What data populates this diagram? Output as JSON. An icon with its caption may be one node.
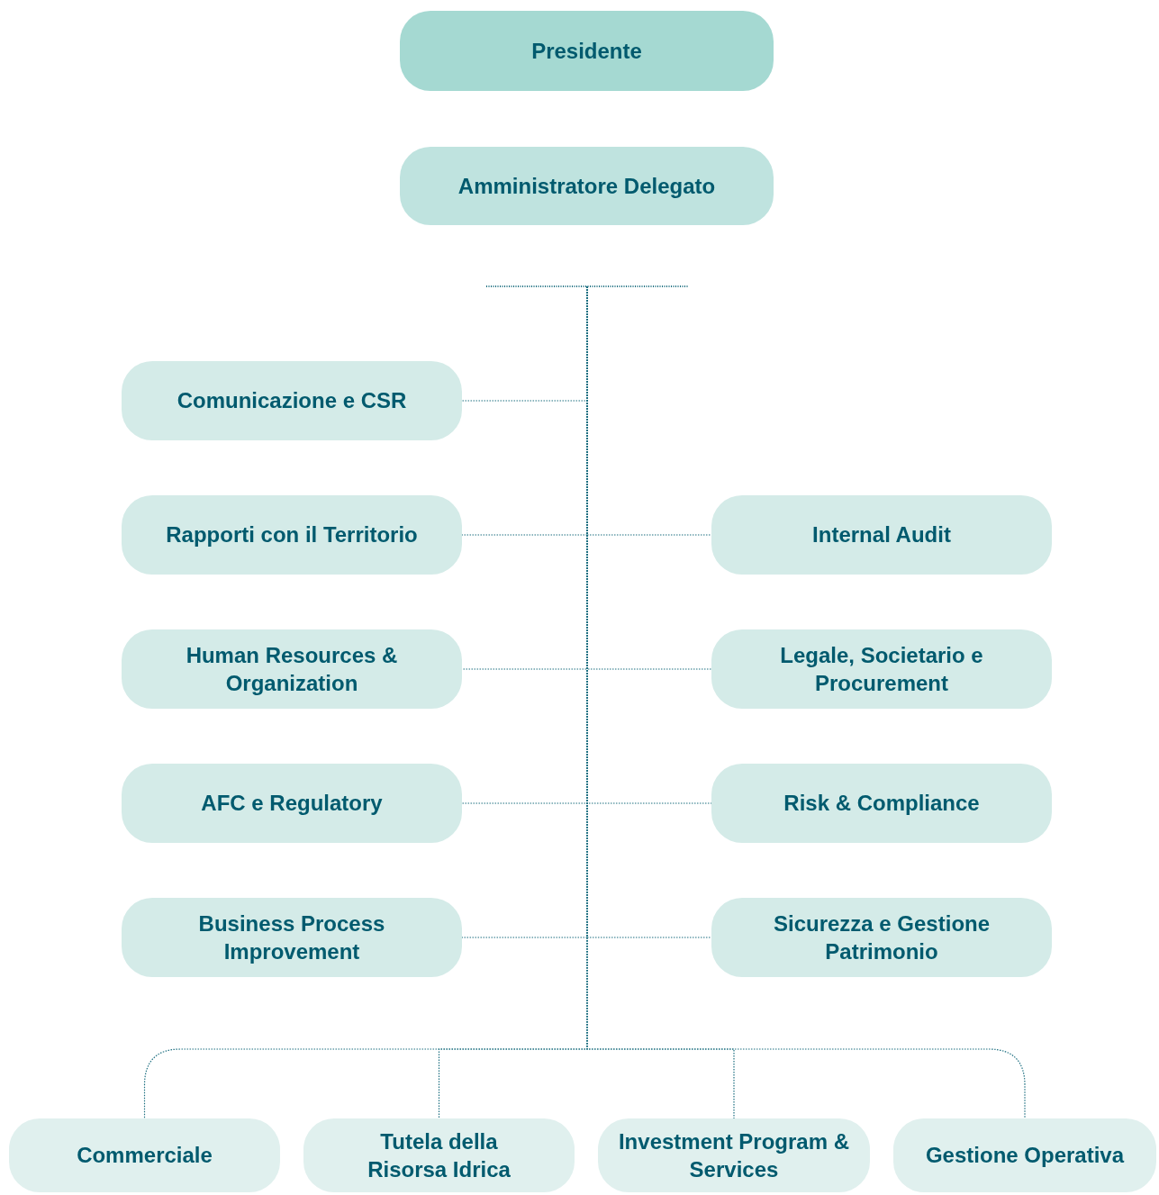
{
  "diagram": {
    "nodes": [
      {
        "text": [
          "Presidente"
        ]
      },
      {
        "text": [
          "Amministratore Delegato"
        ]
      },
      {
        "text": [
          "Comunicazione e CSR"
        ]
      },
      {
        "text": [
          "Rapporti con il Territorio"
        ]
      },
      {
        "text": [
          "Internal Audit"
        ]
      },
      {
        "text": [
          "Human Resources & Organization"
        ]
      },
      {
        "text": [
          "Legale, Societario e Procurement"
        ]
      },
      {
        "text": [
          "AFC e Regulatory"
        ]
      },
      {
        "text": [
          "Risk & Compliance"
        ]
      },
      {
        "text": [
          "Business Process Improvement"
        ]
      },
      {
        "text": [
          "Sicurezza e Gestione Patrimonio"
        ]
      },
      {
        "text": [
          "Commerciale"
        ]
      },
      {
        "text": [
          "Tutela della Risorsa Idrica"
        ]
      },
      {
        "text": [
          "Investment Program & Services"
        ]
      },
      {
        "text": [
          "Gestione Operativa"
        ]
      }
    ],
    "edges": [
      {
        "from": null,
        "to": 2,
        "arrow": "none"
      },
      {
        "from": null,
        "to": 3,
        "arrow": "none"
      },
      {
        "from": null,
        "to": 4,
        "arrow": "none"
      },
      {
        "from": null,
        "to": 5,
        "arrow": "none"
      },
      {
        "from": null,
        "to": 6,
        "arrow": "none"
      },
      {
        "from": null,
        "to": 7,
        "arrow": "none"
      },
      {
        "from": null,
        "to": 8,
        "arrow": "none"
      },
      {
        "from": null,
        "to": 9,
        "arrow": "none"
      },
      {
        "from": null,
        "to": 10,
        "arrow": "none"
      },
      {
        "from": null,
        "to": 11,
        "arrow": "none"
      },
      {
        "from": null,
        "to": 12,
        "arrow": "none"
      },
      {
        "from": null,
        "to": 13,
        "arrow": "none"
      },
      {
        "from": null,
        "to": 14,
        "arrow": "none"
      }
    ]
  }
}
